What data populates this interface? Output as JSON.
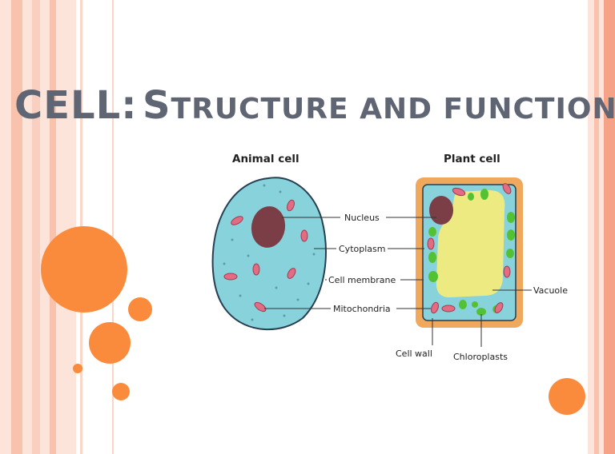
{
  "slide": {
    "title_first_word": "CELL:",
    "title_s": "S",
    "title_rest": "TRUCTURE AND FUNCTION",
    "colors": {
      "stripe_light": "#fde4da",
      "stripe_mid": "#f9c2ac",
      "stripe_dark": "#f6a287",
      "circle_orange": "#fb8b3c",
      "title": "#5f6573"
    }
  },
  "diagram": {
    "animal_heading": "Animal cell",
    "plant_heading": "Plant cell",
    "labels": {
      "nucleus": "Nucleus",
      "cytoplasm": "Cytoplasm",
      "cell_membrane": "Cell membrane",
      "mitochondria": "Mitochondria",
      "vacuole": "Vacuole",
      "cell_wall": "Cell wall",
      "chloroplasts": "Chloroplasts"
    },
    "colors": {
      "cytoplasm": "#88d2dc",
      "nucleus": "#7b3e46",
      "mitochondria": "#e36c82",
      "chloroplast": "#52c234",
      "vacuole": "#eeea82",
      "cell_wall": "#f0a85c",
      "membrane_outline": "#263f52"
    }
  }
}
